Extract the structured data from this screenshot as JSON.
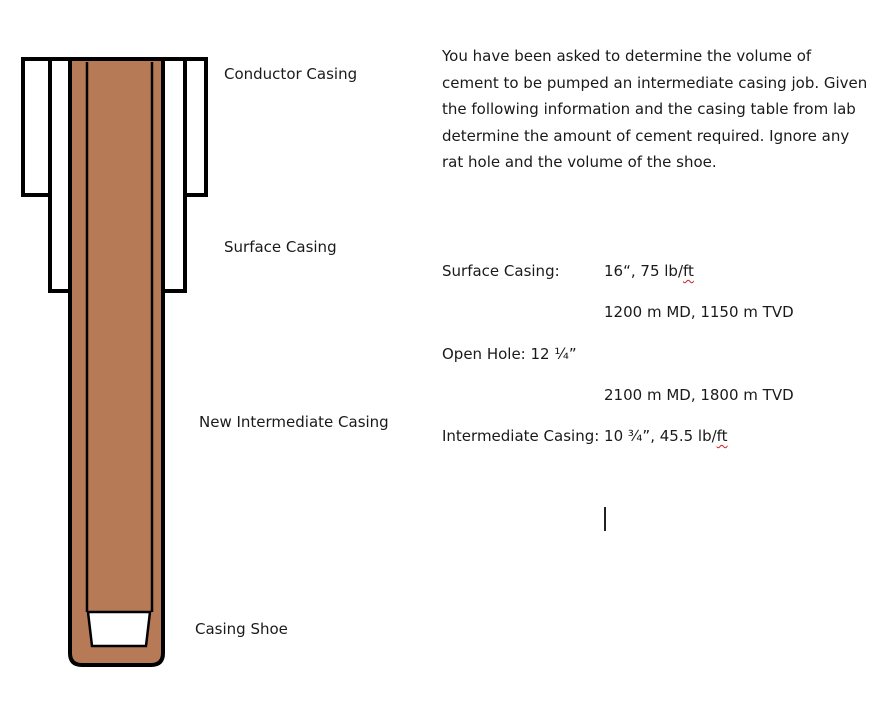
{
  "diagram": {
    "labels": {
      "conductor": "Conductor Casing",
      "surface": "Surface Casing",
      "intermediate": "New Intermediate Casing",
      "shoe": "Casing Shoe"
    },
    "colors": {
      "cement": "#B77A57",
      "casing_outline": "#000000",
      "fill": "#FFFFFF"
    }
  },
  "problem": {
    "text": "You have been asked to determine the volume of cement to be pumped an intermediate casing job. Given the following information and the casing table from lab determine the amount of cement required. Ignore any rat hole and the volume of the shoe.",
    "surface_label": "Surface Casing:",
    "surface_spec_main": "16“, 75 lb/",
    "surface_spec_unit": "ft",
    "surface_depths": "1200 m MD, 1150 m TVD",
    "open_hole": "Open Hole: 12 ¼”",
    "open_hole_depths": "2100 m MD, 1800 m TVD",
    "intermediate_main": "Intermediate Casing: 10 ¾”, 45.5 lb/",
    "intermediate_unit": "ft"
  }
}
